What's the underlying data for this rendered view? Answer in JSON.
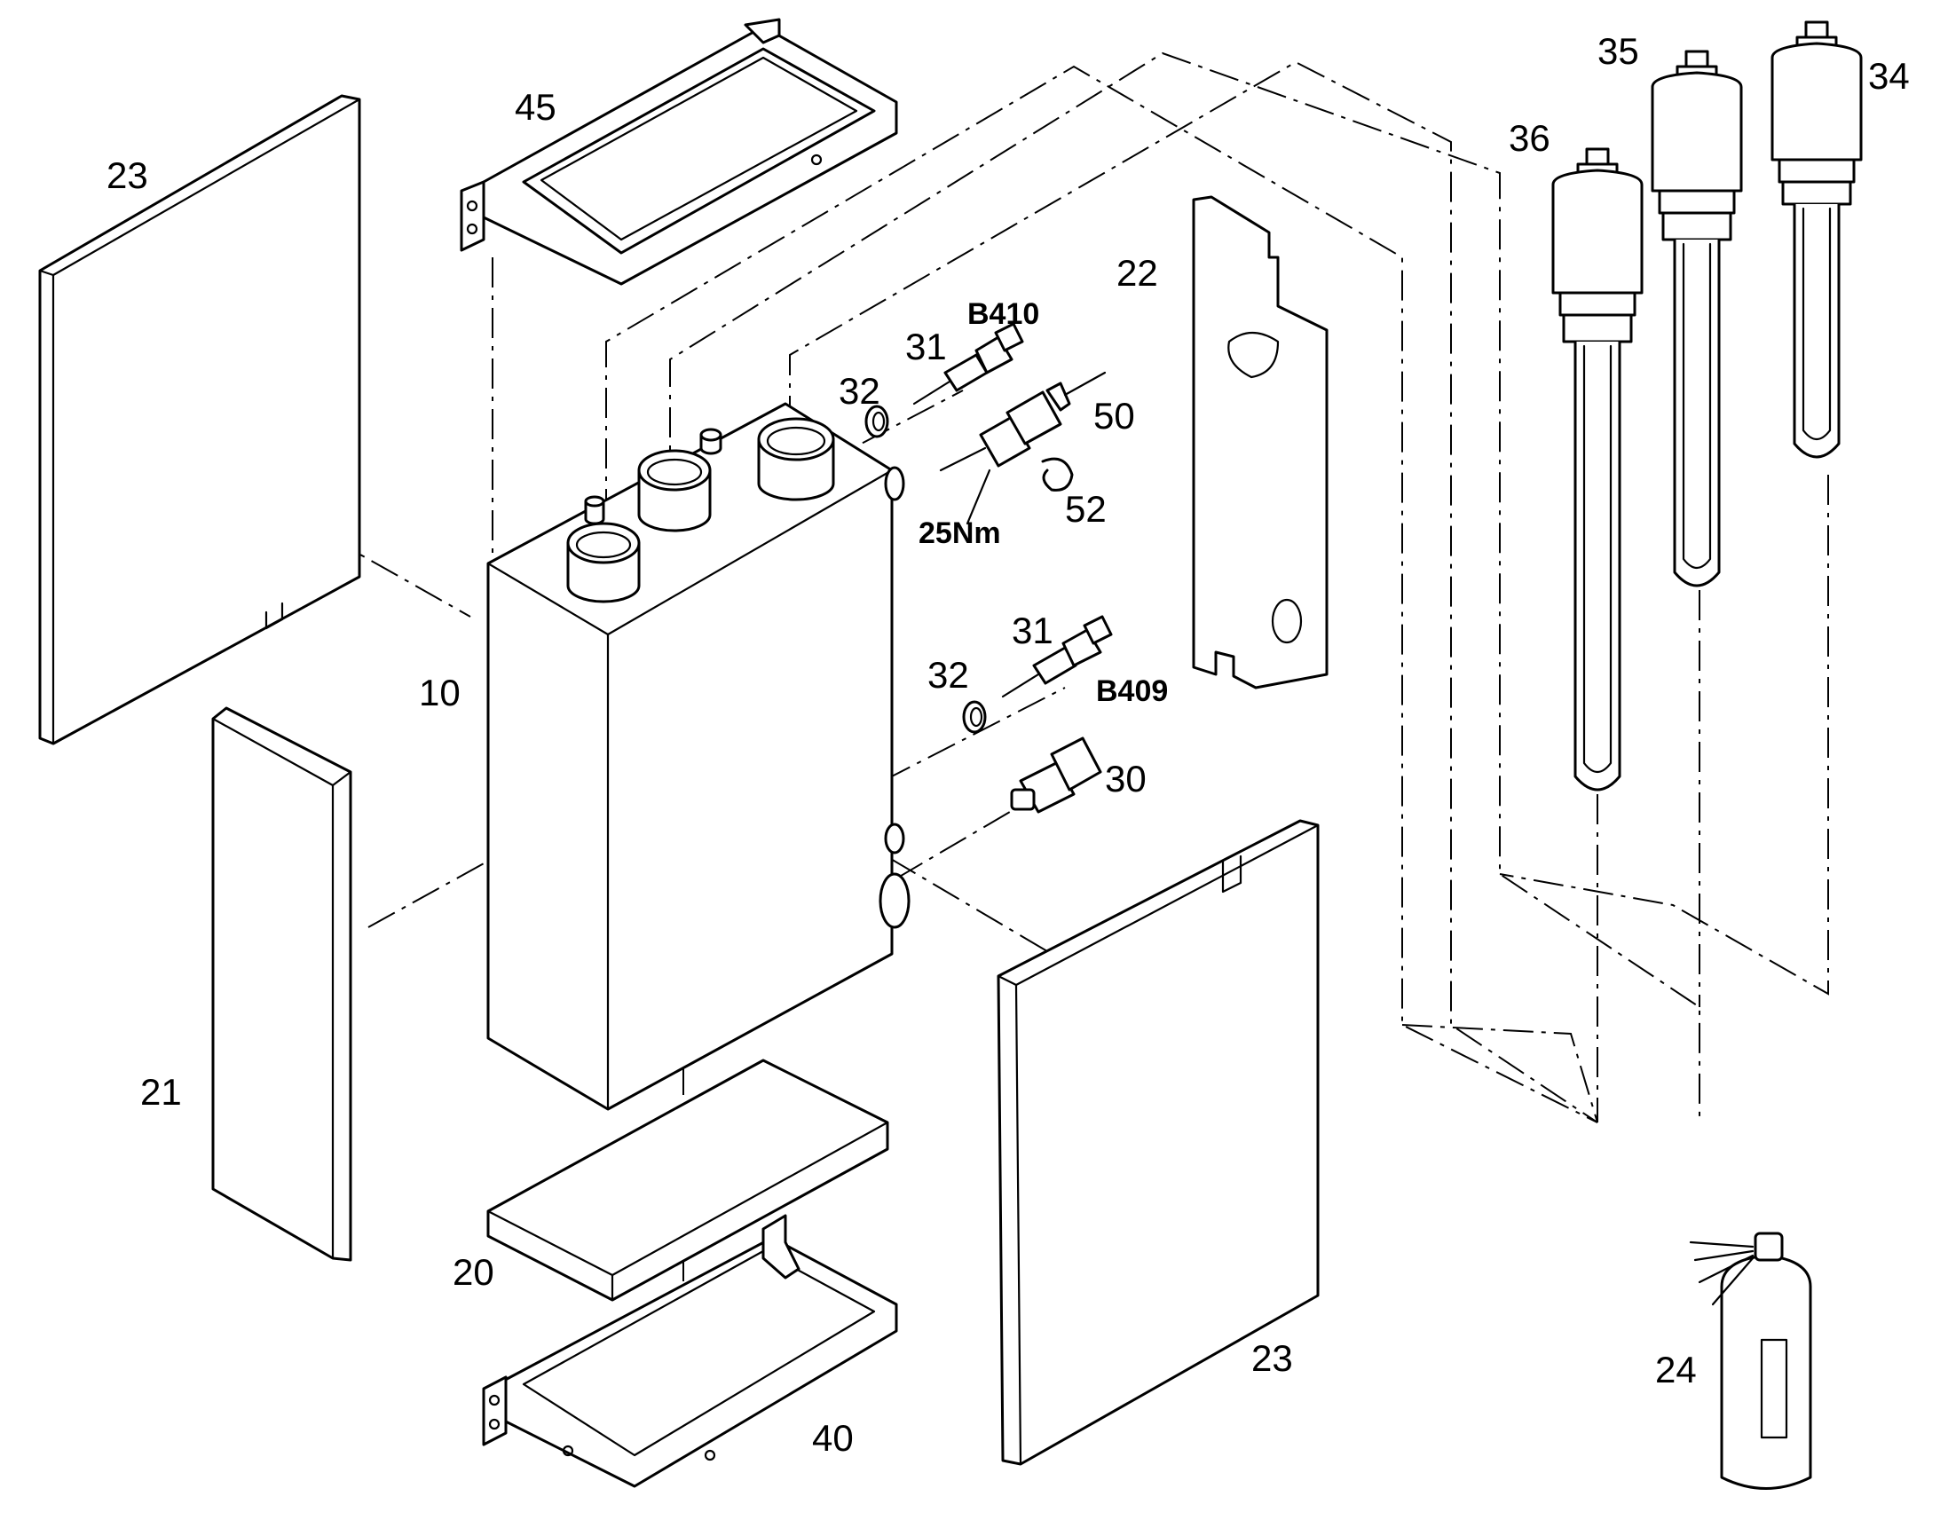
{
  "labels": {
    "p10": "10",
    "p20": "20",
    "p21": "21",
    "p22": "22",
    "p23a": "23",
    "p23b": "23",
    "p24": "24",
    "p30": "30",
    "p31a": "31",
    "p31b": "31",
    "p32a": "32",
    "p32b": "32",
    "p34": "34",
    "p35": "35",
    "p36": "36",
    "p40": "40",
    "p45": "45",
    "p50": "50",
    "p52": "52",
    "b410": "B410",
    "b409": "B409",
    "torque": "25Nm"
  }
}
